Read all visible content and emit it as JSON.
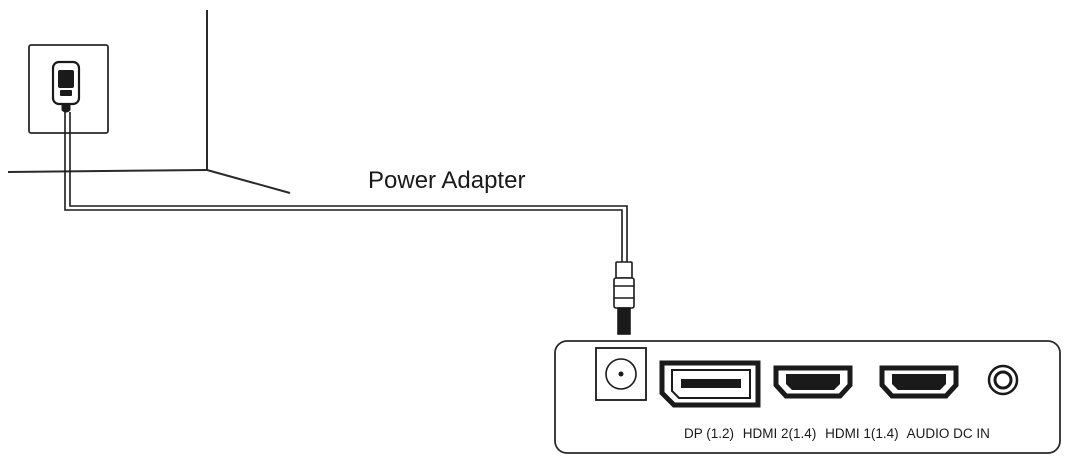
{
  "diagram": {
    "cable_label": "Power Adapter",
    "port_labels": {
      "dp": "DP (1.2)",
      "hdmi2": "HDMI 2(1.4)",
      "hdmi1": "HDMI 1(1.4)",
      "audio": "AUDIO",
      "dc_in": "DC IN"
    }
  }
}
